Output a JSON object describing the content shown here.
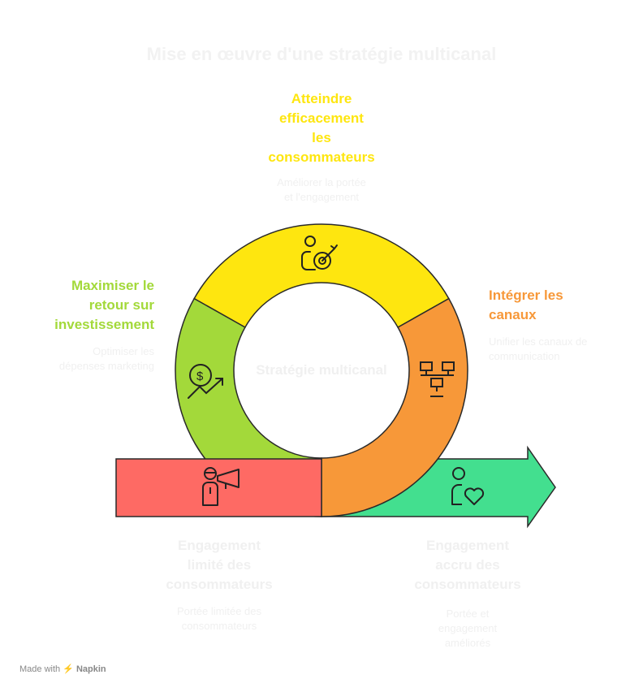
{
  "title": "Mise en œuvre d'une stratégie multicanal",
  "center_label": "Stratégie multicanal",
  "colors": {
    "yellow": "#fee60f",
    "green": "#a3d93a",
    "orange": "#f79839",
    "red": "#fe6a64",
    "arrow": "#43df8f",
    "outline": "#2a2a2a",
    "muted": "#f0f0f0"
  },
  "segments": {
    "top": {
      "title": "Atteindre efficacement les consommateurs",
      "lines": [
        "Atteindre",
        "efficacement",
        "les",
        "consommateurs"
      ],
      "desc": [
        "Améliorer la portée",
        "et l'engagement"
      ],
      "icon": "person-target-icon"
    },
    "left": {
      "title": "Maximiser le retour sur investissement",
      "lines": [
        "Maximiser le",
        "retour sur",
        "investissement"
      ],
      "desc": [
        "Optimiser les",
        "dépenses marketing"
      ],
      "icon": "dollar-growth-icon"
    },
    "right": {
      "title": "Intégrer les canaux",
      "lines": [
        "Intégrer les",
        "canaux"
      ],
      "desc": [
        "Unifier les canaux de",
        "communication"
      ],
      "icon": "network-computers-icon"
    }
  },
  "start": {
    "lines": [
      "Engagement",
      "limité des",
      "consommateurs"
    ],
    "desc": [
      "Portée limitée des",
      "consommateurs"
    ],
    "icon": "person-megaphone-icon"
  },
  "end": {
    "lines": [
      "Engagement",
      "accru des",
      "consommateurs"
    ],
    "desc": [
      "Portée et",
      "engagement",
      "améliorés"
    ],
    "icon": "person-heart-icon"
  },
  "footer": {
    "made_with": "Made with",
    "brand": "Napkin"
  }
}
